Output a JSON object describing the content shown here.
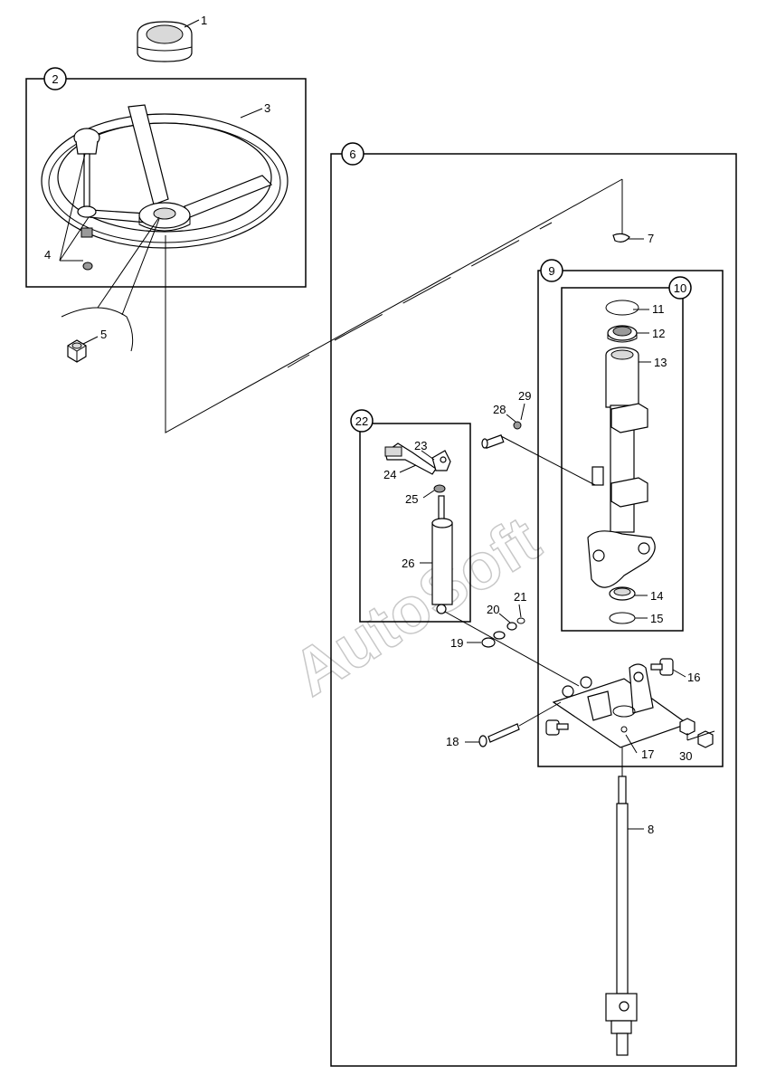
{
  "watermark": "AutoSoft",
  "groups": [
    {
      "id": "group-2",
      "label": "2"
    },
    {
      "id": "group-6",
      "label": "6"
    },
    {
      "id": "group-9",
      "label": "9"
    },
    {
      "id": "group-10",
      "label": "10"
    },
    {
      "id": "group-22",
      "label": "22"
    }
  ],
  "callouts": [
    "1",
    "3",
    "4",
    "5",
    "7",
    "8",
    "11",
    "12",
    "13",
    "14",
    "15",
    "16",
    "17",
    "18",
    "19",
    "20",
    "21",
    "23",
    "24",
    "25",
    "26",
    "28",
    "29",
    "30"
  ]
}
